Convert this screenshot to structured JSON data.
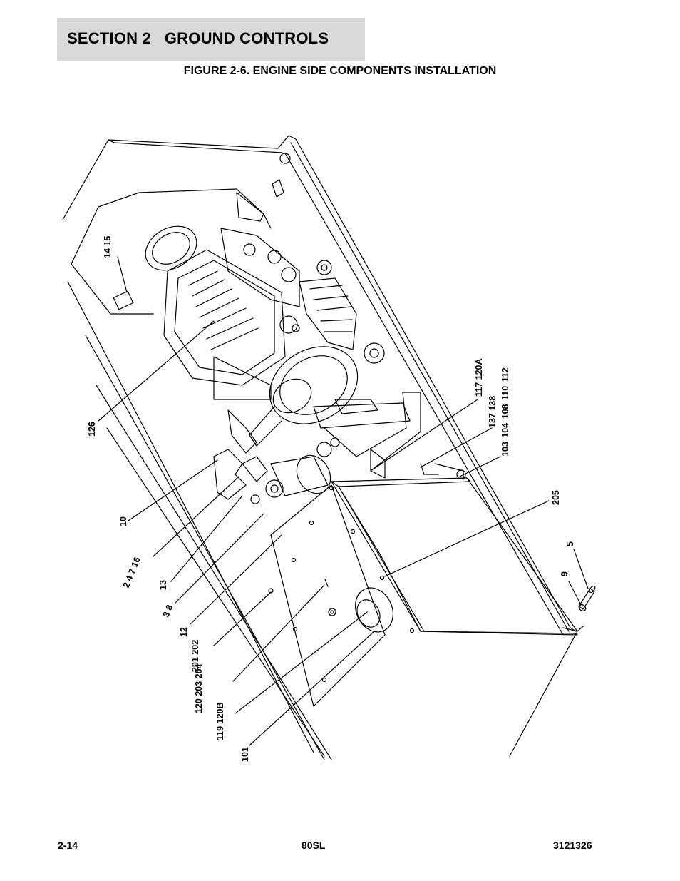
{
  "header": {
    "section_title": "SECTION 2   GROUND CONTROLS",
    "figure_caption": "FIGURE 2-6. ENGINE SIDE COMPONENTS INSTALLATION"
  },
  "callouts": {
    "c_14_15": "14 15",
    "c_126": "126",
    "c_10": "10",
    "c_2_4_7_16": "2 4 7 16",
    "c_13": "13",
    "c_3_8": "3 8",
    "c_12": "12",
    "c_201_202": "201 202",
    "c_120_203_204": "120 203 204",
    "c_119_120B": "119 120B",
    "c_101": "101",
    "c_117_120A": "117 120A",
    "c_137_138": "137 138",
    "c_103_112": "103 104 108 110 112",
    "c_205": "205",
    "c_5": "5",
    "c_9": "9"
  },
  "footer": {
    "page_number": "2-14",
    "model": "80SL",
    "doc_number": "3121326"
  }
}
